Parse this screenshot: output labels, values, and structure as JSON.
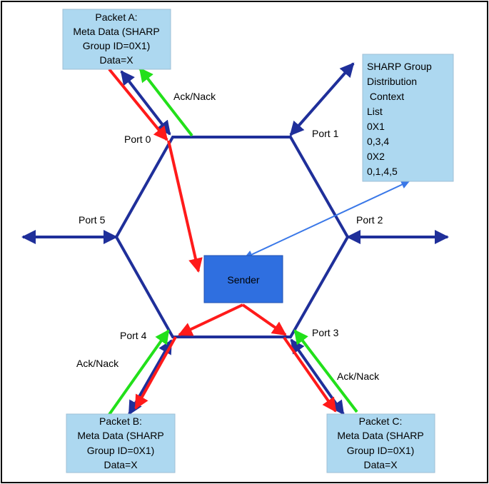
{
  "packet_a": {
    "lines": [
      "Packet A:",
      "Meta Data (SHARP",
      "Group ID=0X1)",
      "Data=X"
    ]
  },
  "packet_b": {
    "lines": [
      "Packet B:",
      "Meta Data (SHARP",
      "Group ID=0X1)",
      "Data=X"
    ]
  },
  "packet_c": {
    "lines": [
      "Packet C:",
      "Meta Data (SHARP",
      "Group ID=0X1)",
      "Data=X"
    ]
  },
  "context": {
    "lines": [
      "SHARP Group",
      "Distribution",
      " Context",
      "List",
      "0X1",
      "0,3,4",
      "0X2",
      "0,1,4,5"
    ]
  },
  "sender": {
    "label": "Sender"
  },
  "ports": {
    "p0": "Port 0",
    "p1": "Port 1",
    "p2": "Port 2",
    "p3": "Port 3",
    "p4": "Port 4",
    "p5": "Port 5"
  },
  "ack": {
    "a": "Ack/Nack",
    "b": "Ack/Nack",
    "c": "Ack/Nack"
  },
  "colors": {
    "hexagon": "#1f2f9a",
    "data_arrow": "#ff1a1a",
    "ack_arrow": "#22e01a",
    "link": "#3a78e8",
    "box_fill": "#add8f0",
    "sender_fill": "#2f6fe0"
  }
}
